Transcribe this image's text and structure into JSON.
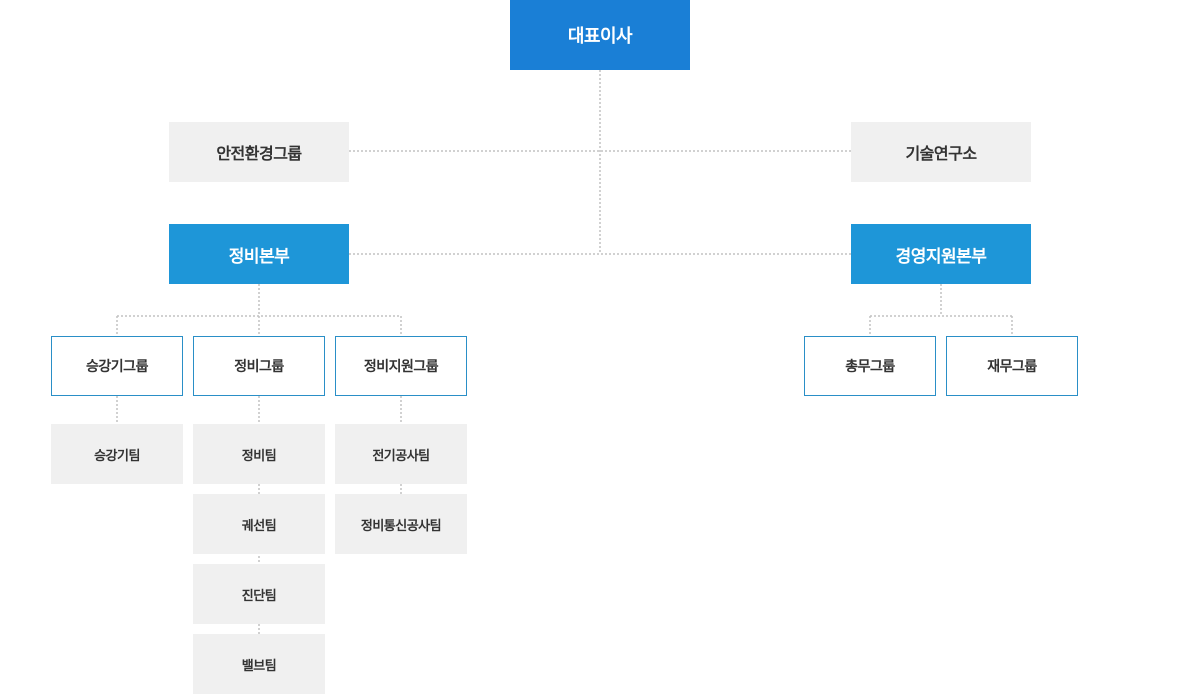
{
  "org": {
    "ceo": "대표이사",
    "safety_group": "안전환경그룹",
    "tech_lab": "기술연구소",
    "maintenance_hq": "정비본부",
    "management_hq": "경영지원본부",
    "groups": {
      "elevator": "승강기그룹",
      "maintenance": "정비그룹",
      "maintenance_support": "정비지원그룹",
      "general_affairs": "총무그룹",
      "finance": "재무그룹"
    },
    "teams": {
      "elevator": "승강기팀",
      "maintenance": "정비팀",
      "track": "궤선팀",
      "diagnosis": "진단팀",
      "valve": "밸브팀",
      "electrical": "전기공사팀",
      "telecom": "정비통신공사팀"
    }
  }
}
